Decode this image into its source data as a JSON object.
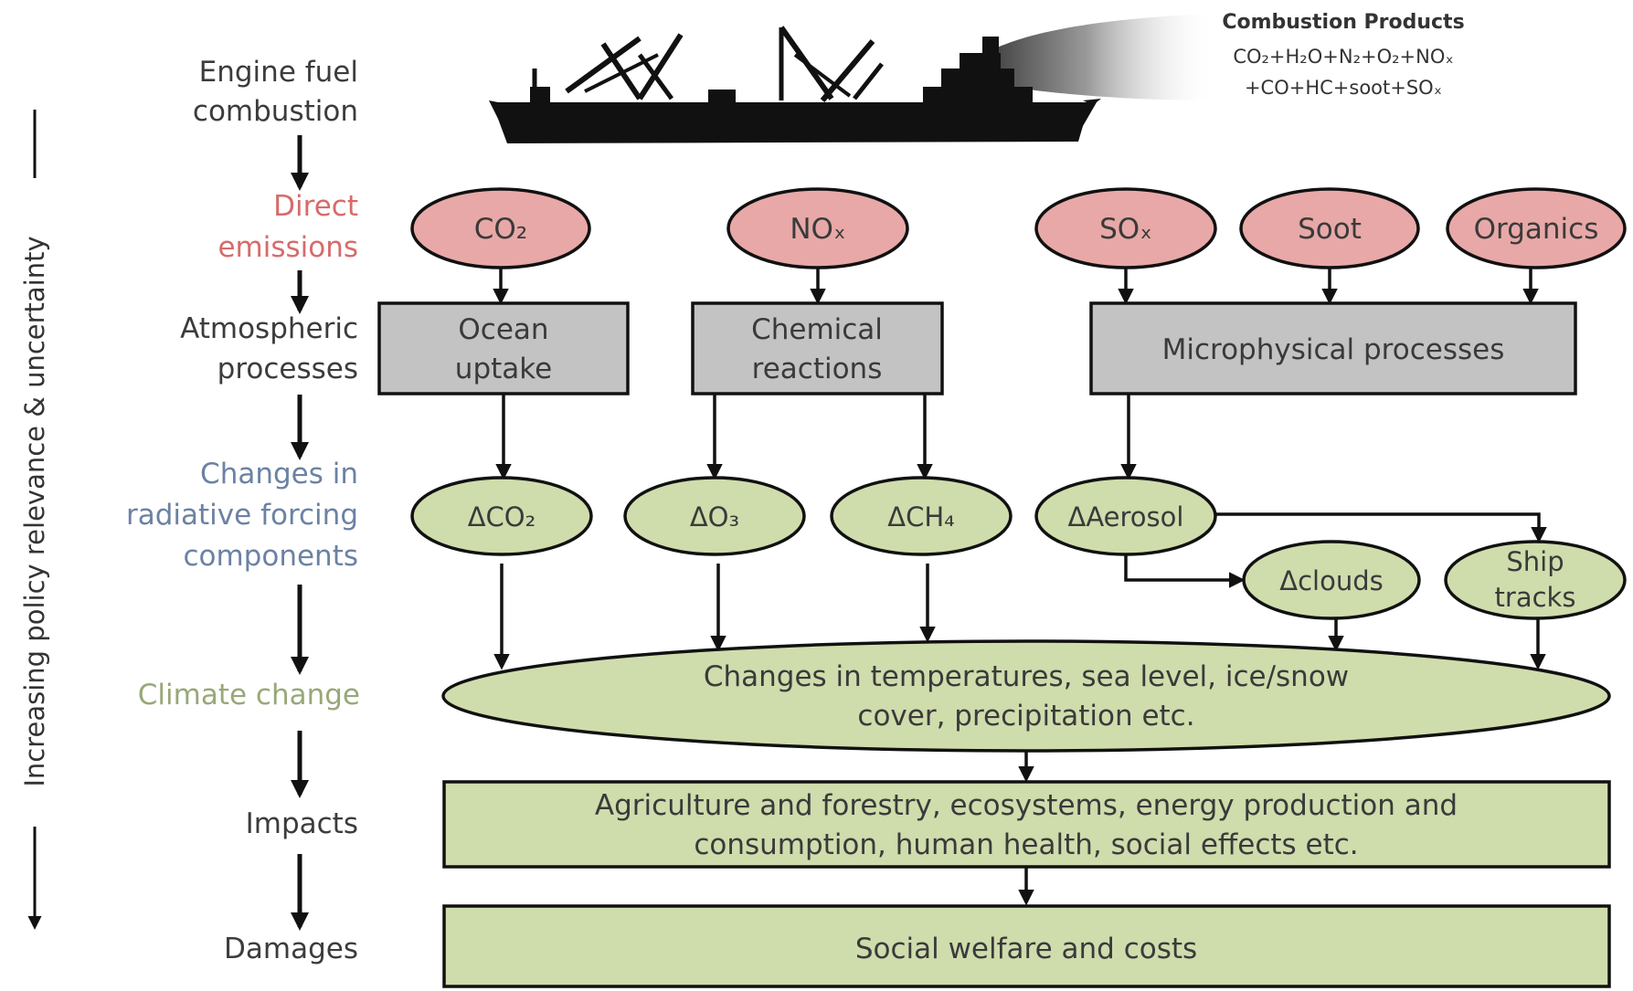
{
  "side_axis": {
    "label": "Increasing policy relevance & uncertainty"
  },
  "levels": {
    "engine": {
      "line1": "Engine fuel",
      "line2": "combustion"
    },
    "direct": {
      "line1": "Direct",
      "line2": "emissions"
    },
    "atmos": {
      "line1": "Atmospheric",
      "line2": "processes"
    },
    "forcing": {
      "line1": "Changes in",
      "line2": "radiative forcing",
      "line3": "components"
    },
    "climate": {
      "line1": "Climate change"
    },
    "impacts": {
      "line1": "Impacts"
    },
    "damages": {
      "line1": "Damages"
    }
  },
  "combustion_products": {
    "title": "Combustion Products",
    "line2": "CO₂+H₂O+N₂+O₂+NOₓ",
    "line3": "+CO+HC+soot+SOₓ"
  },
  "ship": {
    "icon": "cargo-ship-silhouette-icon"
  },
  "emissions": {
    "co2": "CO₂",
    "nox": "NOₓ",
    "sox": "SOₓ",
    "soot": "Soot",
    "organics": "Organics"
  },
  "processes": {
    "ocean": {
      "line1": "Ocean",
      "line2": "uptake"
    },
    "chemical": {
      "line1": "Chemical",
      "line2": "reactions"
    },
    "micro": {
      "line1": "Microphysical processes"
    }
  },
  "forcing_components": {
    "dco2": "ΔCO₂",
    "do3": "ΔO₃",
    "dch4": "ΔCH₄",
    "daerosol": "ΔAerosol",
    "dclouds": "Δclouds",
    "shiptracks": {
      "line1": "Ship",
      "line2": "tracks"
    }
  },
  "climate_box": {
    "line1": "Changes in temperatures, sea level, ice/snow",
    "line2": "cover, precipitation etc."
  },
  "impacts_box": {
    "line1": "Agriculture and forestry, ecosystems, energy production and",
    "line2": "consumption, human health, social effects etc."
  },
  "damages_box": {
    "line1": "Social welfare and costs"
  },
  "colors": {
    "emission_fill": "#e8a8a8",
    "process_fill": "#c3c3c3",
    "forcing_fill": "#cfdcac",
    "direct_label": "#d76b6b",
    "forcing_label": "#6b82a3",
    "climate_label": "#98a878"
  }
}
